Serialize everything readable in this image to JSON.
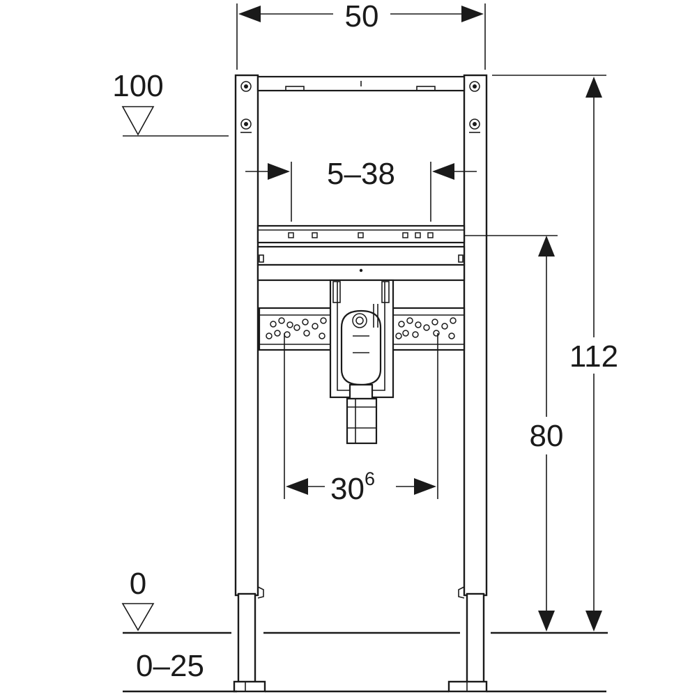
{
  "labels": {
    "width_total": "50",
    "height_total": "112",
    "level_top": "100",
    "level_floor": "0",
    "range_floor": "0–25",
    "rail_adjust": "5–38",
    "drain_height": "80",
    "fixing_spacing_base": "30",
    "fixing_spacing_sup": "6"
  },
  "colors": {
    "line": "#1a1a1a",
    "background": "#ffffff"
  },
  "icons": {
    "level_marker": "level-triangle-icon",
    "dimension_arrow": "arrowhead-icon"
  }
}
